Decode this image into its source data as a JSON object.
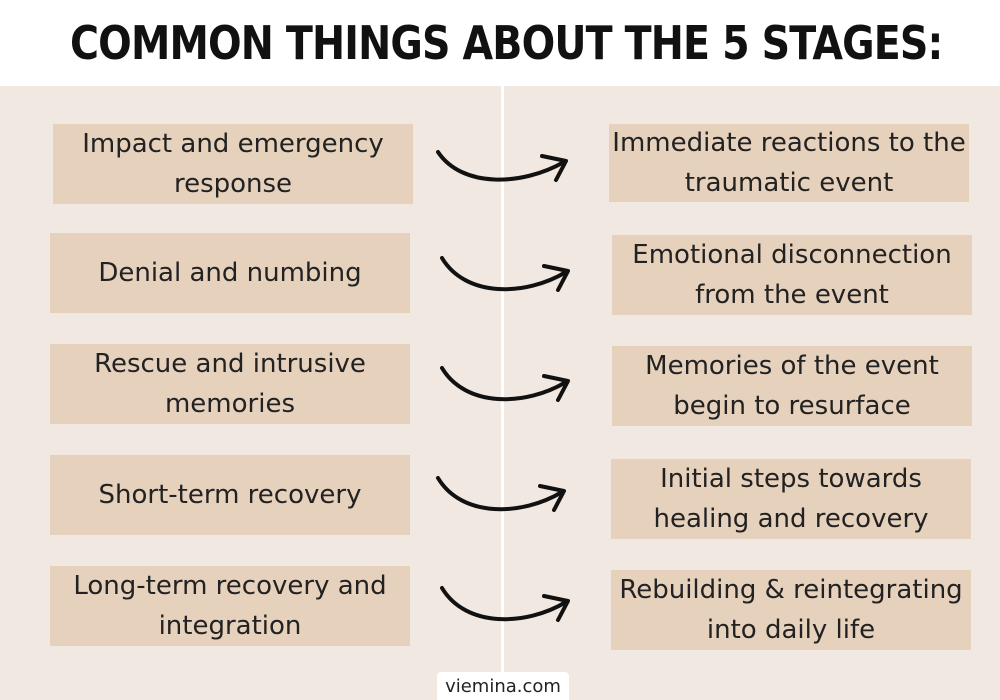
{
  "title": "COMMON THINGS ABOUT THE 5 STAGES:",
  "stages": [
    {
      "stage": "Impact and emergency response",
      "description": "Immediate reactions to the traumatic event"
    },
    {
      "stage": "Denial and numbing",
      "description": "Emotional disconnection from the event"
    },
    {
      "stage": "Rescue and intrusive memories",
      "description": "Memories of the event begin to resurface"
    },
    {
      "stage": "Short-term recovery",
      "description": "Initial steps towards healing and recovery"
    },
    {
      "stage": "Long-term recovery and integration",
      "description": "Rebuilding & reintegrating into daily life"
    }
  ],
  "footer": "viemina.com",
  "colors": {
    "panel": "#f1e8e1",
    "box": "#e6d1bd",
    "text": "#222222",
    "arrow": "#111111"
  }
}
